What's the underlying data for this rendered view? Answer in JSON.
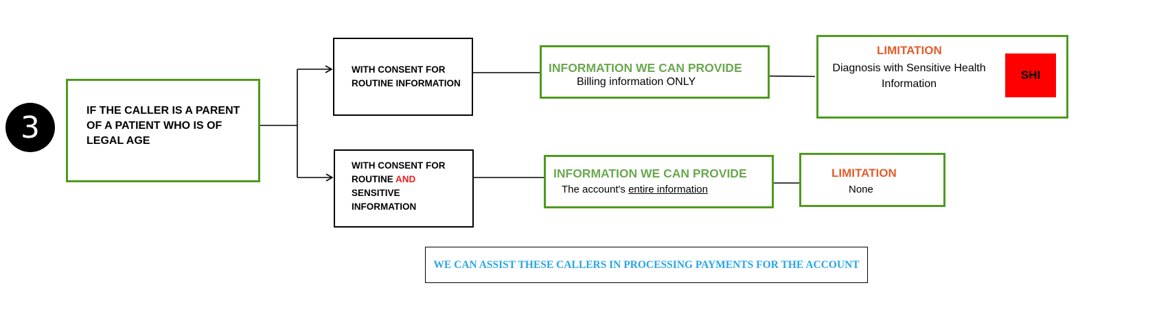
{
  "step_number": "3",
  "caller_box": {
    "text": "IF THE CALLER IS A PARENT OF A PATIENT WHO IS OF LEGAL AGE"
  },
  "branch_routine": {
    "consent_text": "WITH CONSENT FOR ROUTINE INFORMATION",
    "info_heading": "INFORMATION WE CAN PROVIDE",
    "info_body": "Billing information ONLY",
    "limitation_heading": "LIMITATION",
    "limitation_body": "Diagnosis with Sensitive Health Information",
    "badge": "SHI"
  },
  "branch_sensitive": {
    "consent_line1": "WITH CONSENT FOR",
    "consent_line2_prefix": "ROUTINE",
    "consent_line2_emphasis": "AND",
    "consent_line3": "SENSITIVE",
    "consent_line4": "INFORMATION",
    "info_heading": "INFORMATION WE CAN PROVIDE",
    "info_body_prefix": "The account's",
    "info_body_underlined": "entire information",
    "limitation_heading": "LIMITATION",
    "limitation_body": "None"
  },
  "footer_note": "WE CAN ASSIST THESE CALLERS IN PROCESSING PAYMENTS FOR THE ACCOUNT",
  "colors": {
    "box_green": "#4e9a1e",
    "info_heading_green": "#6aa84f",
    "limitation_orange": "#e35d2b",
    "emphasis_red": "#e8201a",
    "badge_red": "#ff0000",
    "footer_blue": "#28a6e6"
  }
}
